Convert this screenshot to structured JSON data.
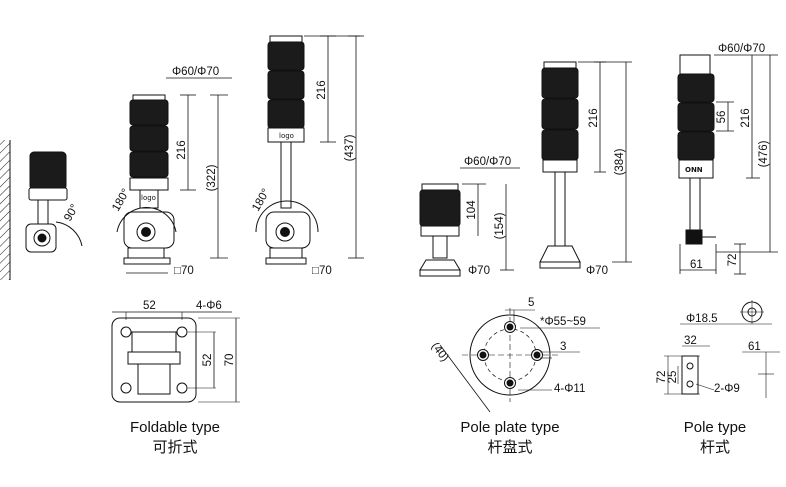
{
  "foldable": {
    "dim_diameter": "Φ60/Φ70",
    "dim_height_216": "216",
    "dim_height_total": "(322)",
    "dim_base": "□70",
    "angle_fold": "90°",
    "angle_rotate": "180°",
    "base_width": "52",
    "base_holes": "4-Φ6",
    "base_inner": "52",
    "base_outer": "70",
    "caption_en": "Foldable type",
    "caption_cn": "可折式"
  },
  "tall_pole": {
    "dim_height_216": "216",
    "dim_height_total": "(437)",
    "dim_base": "□70",
    "angle_rotate": "180°"
  },
  "pole_plate": {
    "short_diameter": "Φ60/Φ70",
    "short_h1": "104",
    "short_h2": "(154)",
    "short_base": "Φ70",
    "tall_h1": "216",
    "tall_h2": "(384)",
    "tall_base": "Φ70",
    "plate_slot": "5",
    "plate_pcd": "*Φ55~59",
    "plate_offset": "3",
    "plate_radius": "(40)",
    "plate_holes": "4-Φ11",
    "caption_en": "Pole plate type",
    "caption_cn": "杆盘式"
  },
  "pole": {
    "dim_diameter": "Φ60/Φ70",
    "dim_56": "56",
    "dim_216": "216",
    "dim_476": "(476)",
    "dim_61": "61",
    "dim_72": "72",
    "bracket_d": "Φ18.5",
    "bracket_32": "32",
    "bracket_61": "61",
    "bracket_72": "72",
    "bracket_25": "25",
    "bracket_holes": "2-Φ9",
    "caption_en": "Pole type",
    "caption_cn": "杆式"
  },
  "logo_text": "logo",
  "onn_text": "ONN"
}
